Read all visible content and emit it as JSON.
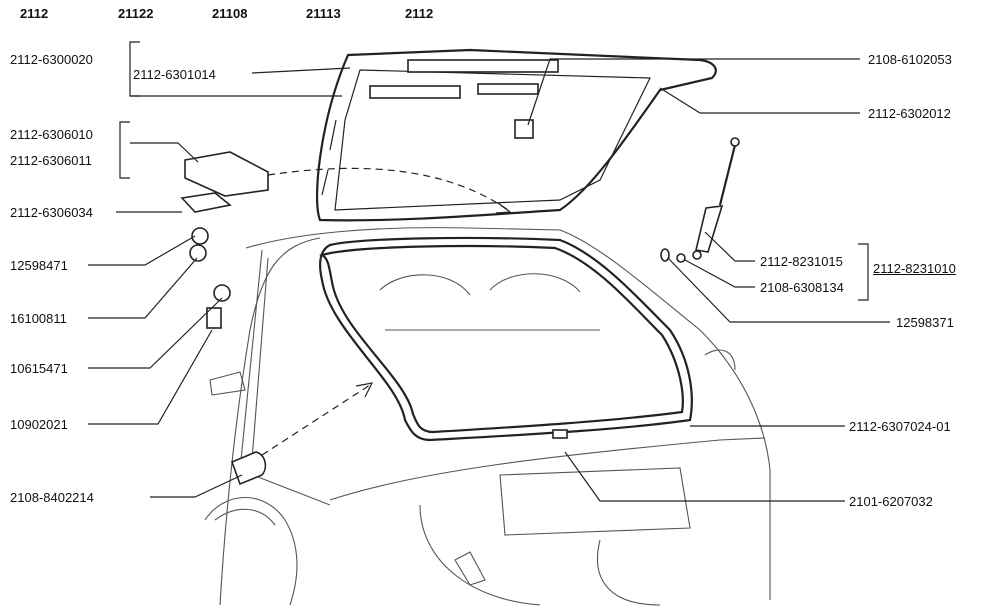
{
  "models": [
    "2112",
    "21122",
    "21108",
    "21113",
    "2112"
  ],
  "labels": {
    "door_assembly": "2112-6300020",
    "door_panel": "2112-6301014",
    "hinge_left": "2112-6306010",
    "hinge_right": "2112-6306011",
    "hinge_gasket": "2112-6306034",
    "washer_1": "12598471",
    "nut": "16100811",
    "lock_washer": "10615471",
    "bolt": "10902021",
    "bumper_stop": "2108-8402214",
    "trim_fastener": "2108-6102053",
    "glass_seal": "2112-6302012",
    "strut_assembly": "2112-8231010",
    "strut": "2112-8231015",
    "ball_pin": "2108-6308134",
    "washer_2": "12598371",
    "opening_seal": "2112-6307024-01",
    "lock_plate": "2101-6207032"
  },
  "colors": {
    "ink": "#222222",
    "paper": "#ffffff",
    "car_line": "#555555"
  }
}
